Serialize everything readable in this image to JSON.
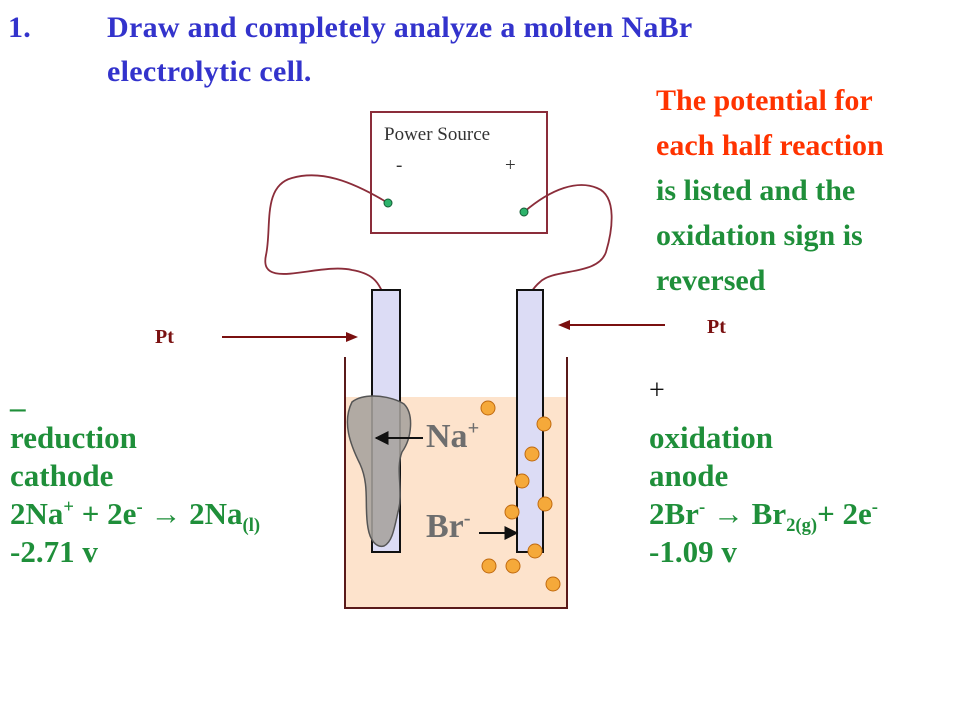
{
  "question": {
    "number": "1.",
    "line1": "Draw and completely analyze a molten NaBr",
    "line2": "electrolytic cell."
  },
  "note": {
    "red_lines": [
      "The potential for",
      "each half reaction"
    ],
    "green_lines": [
      "is listed and the",
      "oxidation sign is",
      "reversed"
    ]
  },
  "power_source": {
    "label": "Power Source",
    "minus": "-",
    "plus": "+"
  },
  "electrodes": {
    "left_label": "Pt",
    "right_label": "Pt"
  },
  "ions": {
    "na": "Na",
    "na_charge": "+",
    "br": "Br",
    "br_charge": "-"
  },
  "cathode": {
    "sign": "_",
    "process": "reduction",
    "name": "cathode",
    "eq_a": "2Na",
    "eq_a_sup": "+",
    "eq_b": " + 2e",
    "eq_b_sup": "-",
    "eq_c": " → 2Na",
    "eq_c_sub": "(l)",
    "potential": "-2.71 v"
  },
  "anode": {
    "sign": "+",
    "process": "oxidation",
    "name": "anode",
    "eq_a": "2Br",
    "eq_a_sup": "-",
    "eq_b": " → Br",
    "eq_b_sub": "2(g)",
    "eq_c": "+ 2e",
    "eq_c_sup": "-",
    "potential": "-1.09 v"
  },
  "colors": {
    "title": "#3333cc",
    "green": "#1f8f3a",
    "red": "#ff3300",
    "wire": "#8b2d3a",
    "electrolyte": "#fde3cc",
    "electrode": "#dcdcf5",
    "bubble": "#f5a93a"
  }
}
